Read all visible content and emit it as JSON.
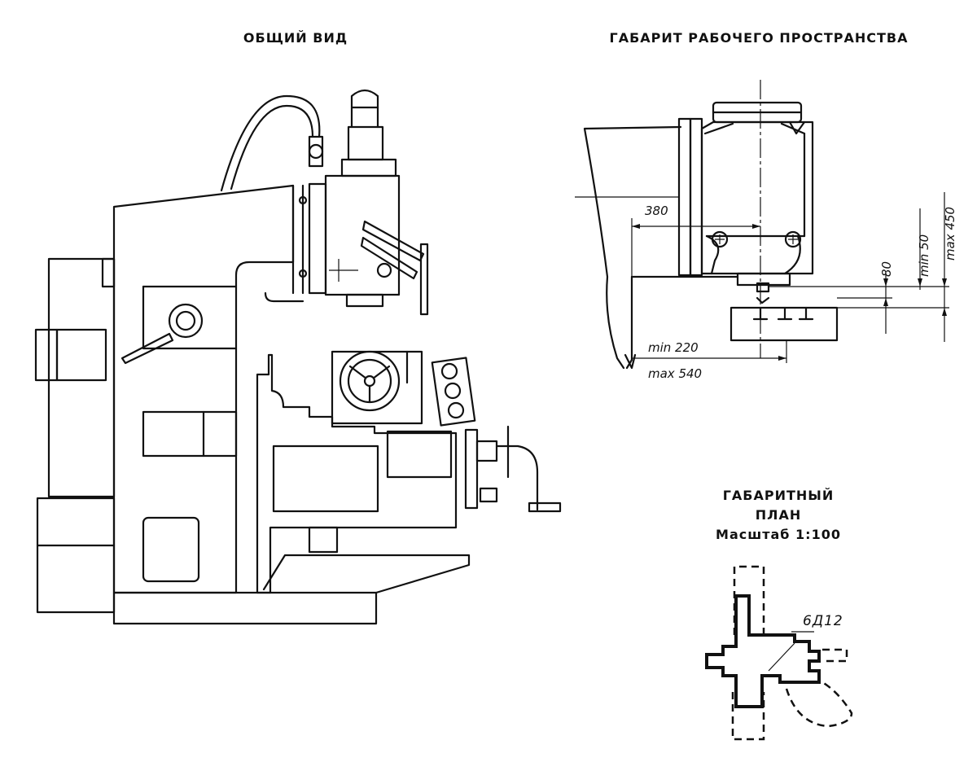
{
  "titles": {
    "general_view": "ОБЩИЙ ВИД",
    "workspace": "ГАБАРИТ РАБОЧЕГО ПРОСТРАНСТВА",
    "plan_line1": "ГАБАРИТНЫЙ",
    "plan_line2": "ПЛАН",
    "plan_scale": "Масштаб 1:100"
  },
  "dimensions": {
    "d380": "380",
    "d80": "80",
    "min50": "min 50",
    "max450": "max 450",
    "min220": "min 220",
    "max540": "max 540"
  },
  "plan_label": "6Д12"
}
